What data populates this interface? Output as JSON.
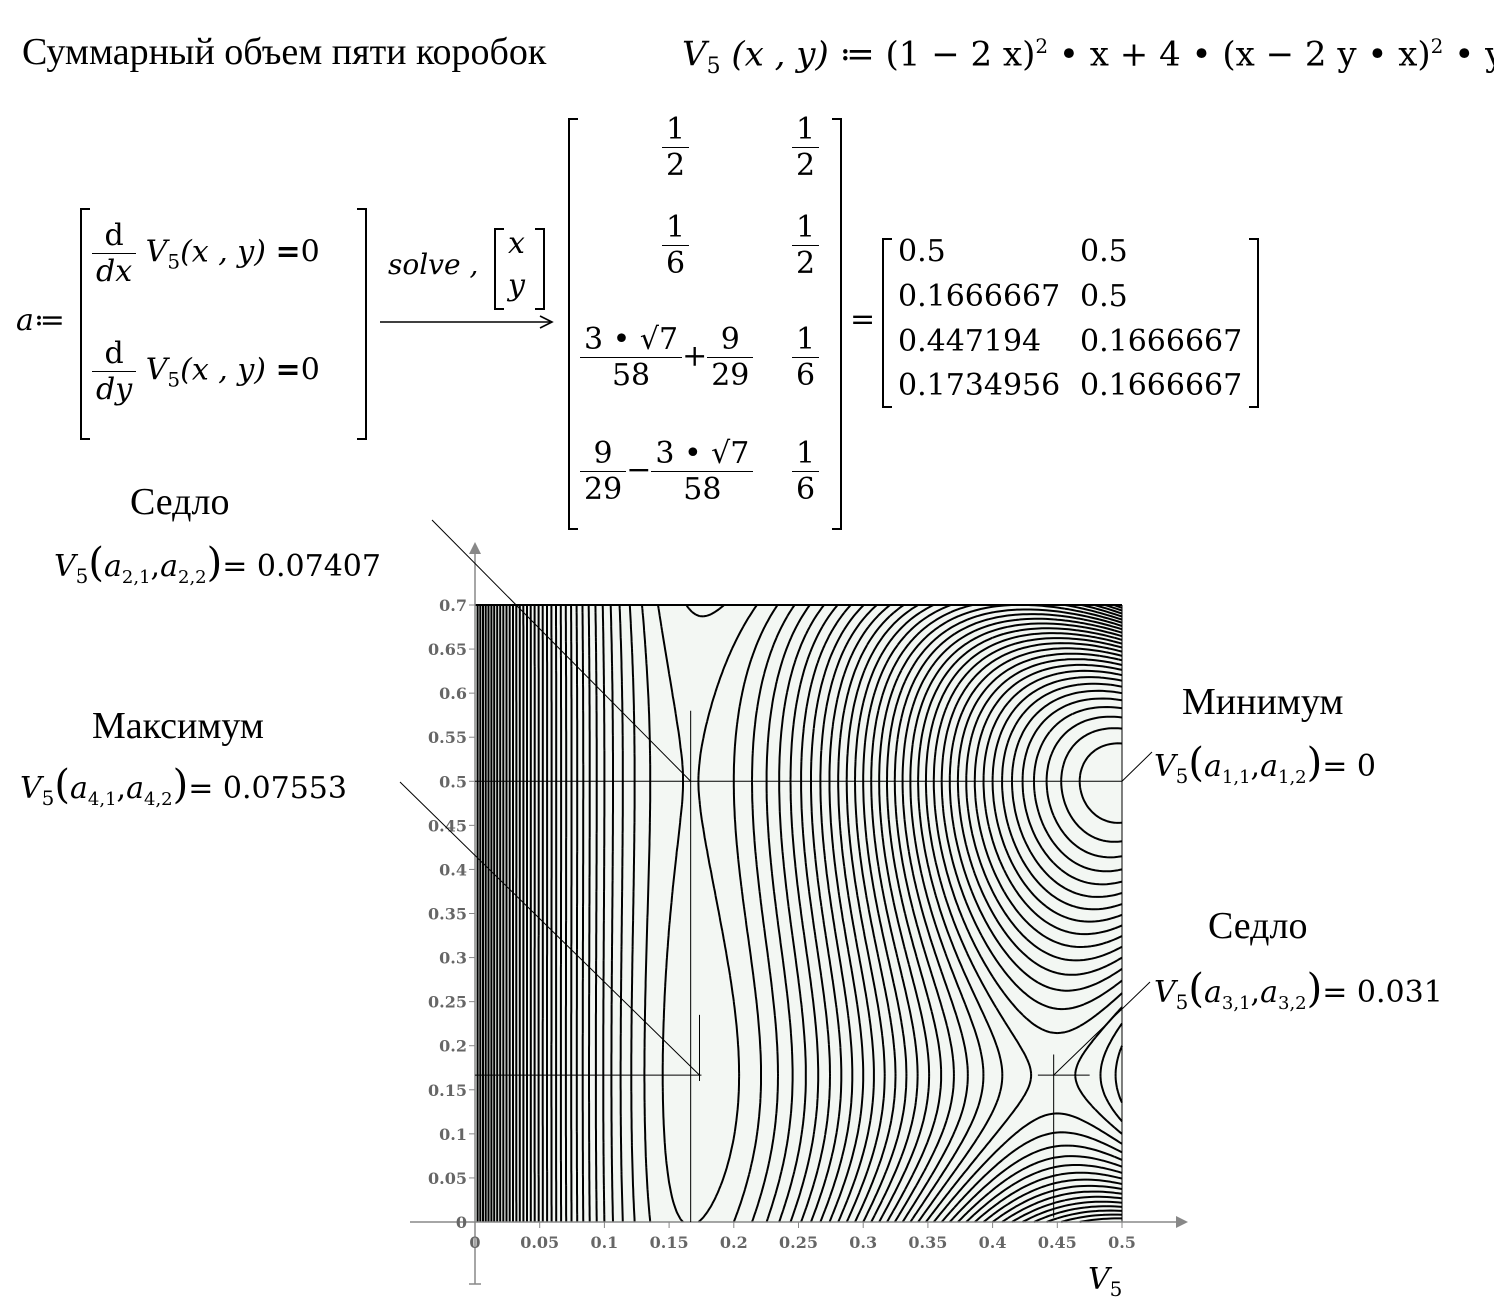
{
  "header": {
    "title": "Суммарный объем пяти коробок",
    "function_def": {
      "name": "V",
      "sub": "5",
      "args": "(x , y)",
      "assign": "≔",
      "body_part1": "(1 − 2 x)",
      "power": "2",
      "body_part2": "• x + 4 • (x − 2 y • x)",
      "body_part3": "• y • x"
    }
  },
  "system": {
    "lhs": "a",
    "assign": "≔",
    "eq1": {
      "num": "d",
      "den": "dx",
      "rest": "V",
      "sub": "5",
      "args": "(x , y)",
      "rel": "=",
      "rhs": "0"
    },
    "eq2": {
      "num": "d",
      "den": "dy",
      "rest": "V",
      "sub": "5",
      "args": "(x , y)",
      "rel": "=",
      "rhs": "0"
    },
    "keyword": "solve ,",
    "vars": [
      "x",
      "y"
    ],
    "equals": "="
  },
  "symbolic_result": [
    {
      "x_num": "1",
      "x_den": "2",
      "y_num": "1",
      "y_den": "2"
    },
    {
      "x_num": "1",
      "x_den": "6",
      "y_num": "1",
      "y_den": "2"
    },
    {
      "x_a_num": "3 • √7",
      "x_a_den": "58",
      "x_op": "+",
      "x_b_num": "9",
      "x_b_den": "29",
      "y_num": "1",
      "y_den": "6"
    },
    {
      "x_a_num": "9",
      "x_a_den": "29",
      "x_op": "−",
      "x_b_num": "3 • √7",
      "x_b_den": "58",
      "y_num": "1",
      "y_den": "6"
    }
  ],
  "numeric_result": [
    [
      "0.5",
      "0.5"
    ],
    [
      "0.1666667",
      "0.5"
    ],
    [
      "0.447194",
      "0.1666667"
    ],
    [
      "0.1734956",
      "0.1666667"
    ]
  ],
  "annotations": {
    "saddle1": {
      "label": "Седло",
      "expr": "V",
      "sub": "5",
      "i": "2",
      "value": "= 0.07407"
    },
    "maximum": {
      "label": "Максимум",
      "expr": "V",
      "sub": "5",
      "i": "4",
      "value": "= 0.07553"
    },
    "minimum": {
      "label": "Минимум",
      "expr": "V",
      "sub": "5",
      "i": "1",
      "value": "= 0"
    },
    "saddle2": {
      "label": "Седло",
      "expr": "V",
      "sub": "5",
      "i": "3",
      "value": "= 0.031"
    }
  },
  "chart_data": {
    "type": "contour",
    "function": "V5(x,y) = (1-2x)^2*x + 4*(x-2*y*x)^2*y*x",
    "x_range": [
      0,
      0.5
    ],
    "y_range": [
      0,
      0.7
    ],
    "x_ticks": [
      "0",
      "0.05",
      "0.1",
      "0.15",
      "0.2",
      "0.25",
      "0.3",
      "0.35",
      "0.4",
      "0.45",
      "0.5"
    ],
    "y_ticks": [
      "0",
      "0.05",
      "0.1",
      "0.15",
      "0.2",
      "0.25",
      "0.3",
      "0.35",
      "0.4",
      "0.45",
      "0.5",
      "0.55",
      "0.6",
      "0.65",
      "0.7"
    ],
    "x_label_main": "V",
    "x_label_sub": "5",
    "markers": [
      {
        "x": 0.1666667,
        "y": 0.5
      },
      {
        "x": 0.1734956,
        "y": 0.1666667
      },
      {
        "x": 0.447194,
        "y": 0.1666667
      },
      {
        "x": 0.5,
        "y": 0.5
      }
    ],
    "fill_color": "#f3f7f3",
    "line_color": "#000000"
  }
}
